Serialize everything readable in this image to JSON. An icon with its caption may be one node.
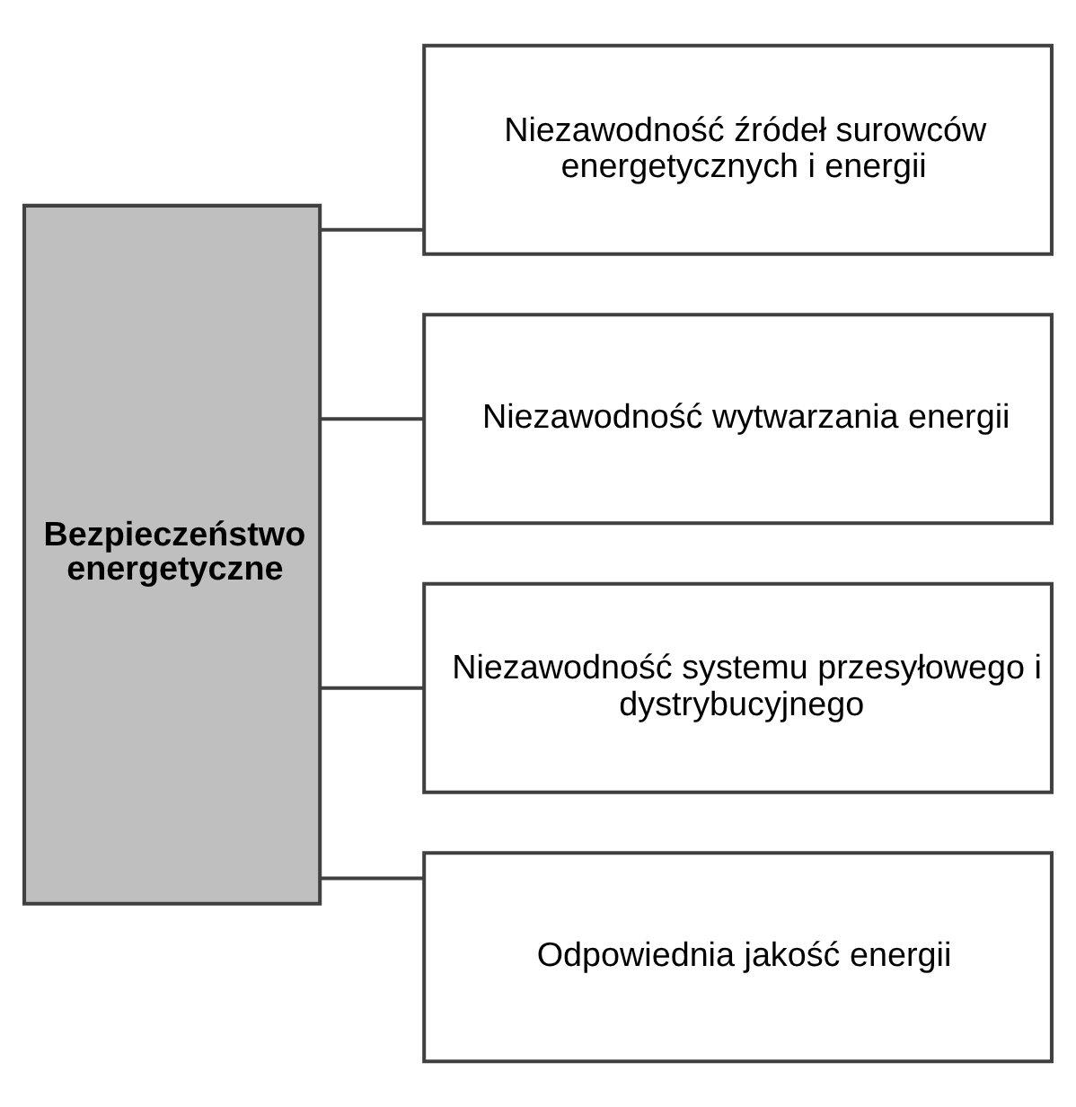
{
  "diagram": {
    "nodes": [
      {
        "text": [
          "Bezpieczeństwo energetyczne"
        ]
      },
      {
        "text": [
          "Niezawodność źródeł surowców energetycznych i energii"
        ]
      },
      {
        "text": [
          "Niezawodność wytwarzania energii"
        ]
      },
      {
        "text": [
          "Niezawodność systemu przesyłowego i dystrybucyjnego"
        ]
      },
      {
        "text": [
          "Odpowiednia jakość energii"
        ]
      }
    ],
    "edges": [
      {
        "from": 0,
        "to": 1,
        "arrow": "none"
      },
      {
        "from": 0,
        "to": 2,
        "arrow": "none"
      },
      {
        "from": 0,
        "to": 3,
        "arrow": "none"
      },
      {
        "from": 0,
        "to": 4,
        "arrow": "none"
      }
    ]
  }
}
